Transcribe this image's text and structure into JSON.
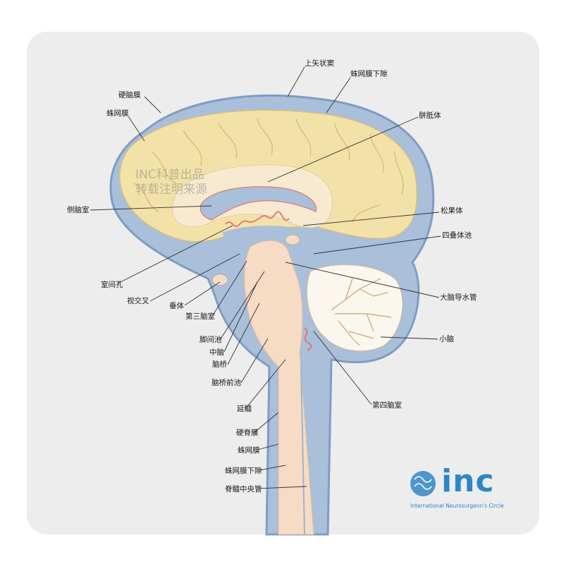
{
  "labels": {
    "superior_sagittal_sinus": "上矢状窦",
    "subarachnoid_space_top": "蛛网膜下隙",
    "dura_mater": "硬脑膜",
    "arachnoid": "蛛网膜",
    "corpus_callosum": "胼胝体",
    "lateral_ventricle": "侧脑室",
    "pineal_body": "松果体",
    "quadrigeminal_cistern": "四叠体池",
    "interventricular_foramen": "室间孔",
    "optic_chiasm": "视交叉",
    "pituitary": "垂体",
    "third_ventricle": "第三脑室",
    "cerebral_aqueduct": "大脑导水管",
    "cerebellum": "小脑",
    "interpeduncular_cistern": "脚间池",
    "midbrain": "中脑",
    "pons": "脑桥",
    "prepontine_cistern": "脑桥前池",
    "fourth_ventricle": "第四脑室",
    "medulla": "延髓",
    "spinal_dura": "硬脊膜",
    "spinal_arachnoid": "蛛网膜",
    "spinal_subarachnoid": "蛛网膜下隙",
    "central_canal": "脊髓中央管"
  },
  "watermark": {
    "line1": "INC科普出品",
    "line2": "转载注明来源"
  },
  "logo": {
    "word": "inc",
    "subtitle": "International  Neurosurgeon's  Circle"
  },
  "colors": {
    "card": "#ededed",
    "csf": "#a9bfda",
    "dura": "#7e9dc2",
    "cortex": "#f3e2a8",
    "white_matter": "#f7ead0",
    "brainstem": "#f6dcc4",
    "cerebellum": "#fbf6ee",
    "plexus": "#e07a7a",
    "logo": "#2f86c6"
  }
}
